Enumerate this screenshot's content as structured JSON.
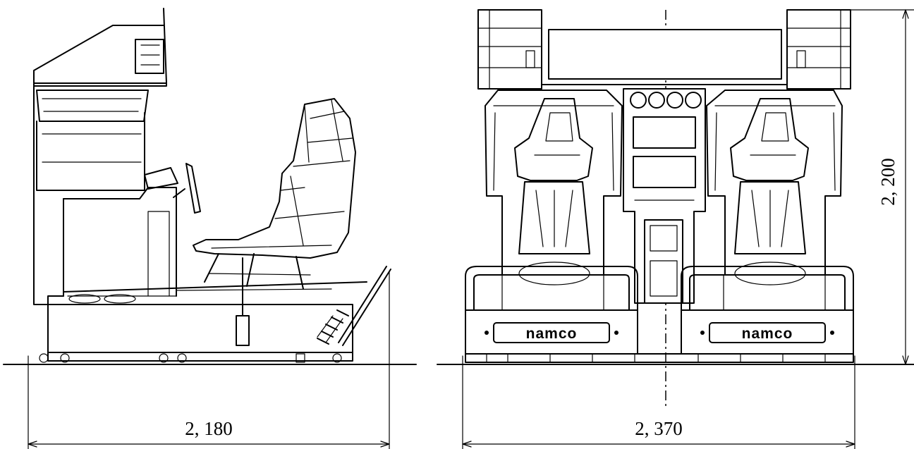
{
  "dimensions": {
    "side_width": "2, 180",
    "front_width": "2, 370",
    "height": "2, 200"
  },
  "logos": {
    "left": "namco",
    "right": "namco"
  }
}
